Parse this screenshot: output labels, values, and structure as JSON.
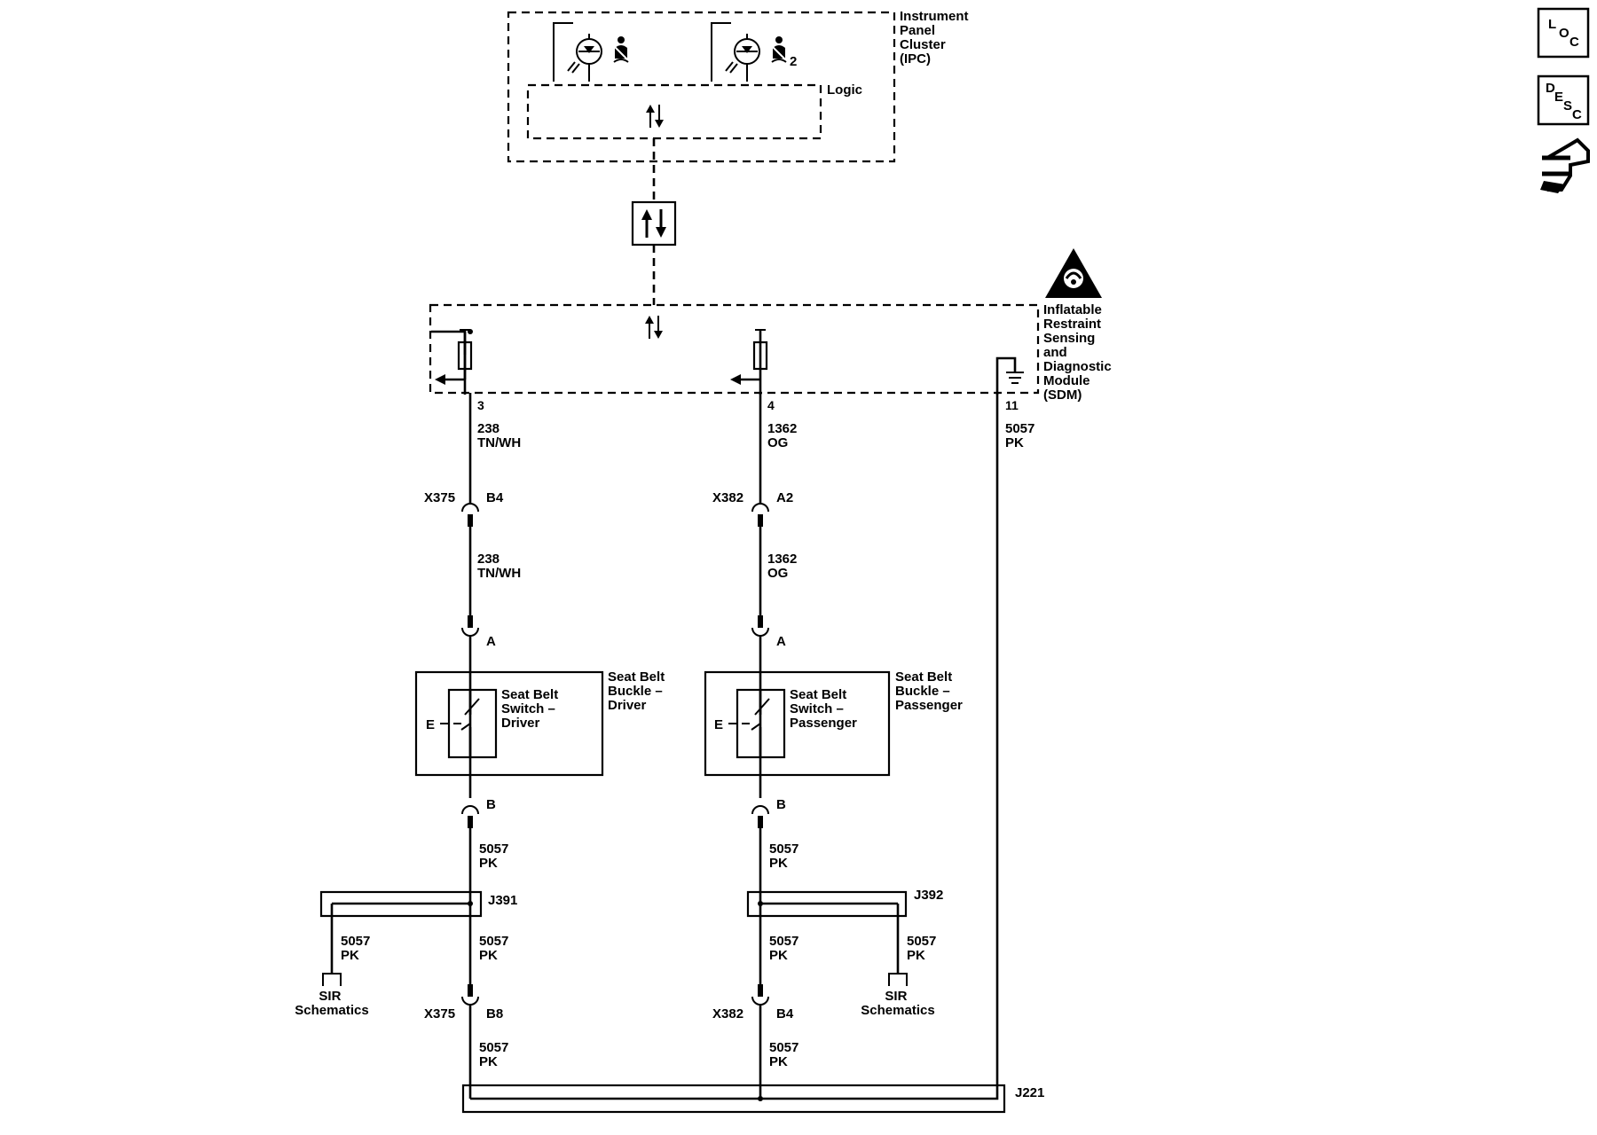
{
  "modules": {
    "ipc": {
      "lines": [
        "Instrument",
        "Panel",
        "Cluster",
        "(IPC)"
      ],
      "logic_label": "Logic",
      "indicator2_suffix": "2"
    },
    "sdm": {
      "lines": [
        "Inflatable",
        "Restraint",
        "Sensing",
        "and",
        "Diagnostic",
        "Module",
        "(SDM)"
      ]
    }
  },
  "circuits": {
    "driver": {
      "sdm_pin": "3",
      "wire_top": {
        "circuit": "238",
        "color": "TN/WH"
      },
      "conn_upper": {
        "name": "X375",
        "pin": "B4"
      },
      "wire_mid": {
        "circuit": "238",
        "color": "TN/WH"
      },
      "buckle_pin_a": "A",
      "switch_label": [
        "Seat Belt",
        "Switch –",
        "Driver"
      ],
      "buckle_label": [
        "Seat Belt",
        "Buckle –",
        "Driver"
      ],
      "buckle_pin_b": "B",
      "wire_low": {
        "circuit": "5057",
        "color": "PK"
      },
      "splice": "J391",
      "wire_after_splice": {
        "circuit": "5057",
        "color": "PK"
      },
      "branch_wire": {
        "circuit": "5057",
        "color": "PK"
      },
      "branch_ref": [
        "SIR",
        "Schematics"
      ],
      "conn_lower": {
        "name": "X375",
        "pin": "B8"
      },
      "wire_bottom": {
        "circuit": "5057",
        "color": "PK"
      }
    },
    "passenger": {
      "sdm_pin": "4",
      "wire_top": {
        "circuit": "1362",
        "color": "OG"
      },
      "conn_upper": {
        "name": "X382",
        "pin": "A2"
      },
      "wire_mid": {
        "circuit": "1362",
        "color": "OG"
      },
      "buckle_pin_a": "A",
      "switch_label": [
        "Seat Belt",
        "Switch –",
        "Passenger"
      ],
      "buckle_label": [
        "Seat Belt",
        "Buckle –",
        "Passenger"
      ],
      "buckle_pin_b": "B",
      "wire_low": {
        "circuit": "5057",
        "color": "PK"
      },
      "splice": "J392",
      "wire_after_splice": {
        "circuit": "5057",
        "color": "PK"
      },
      "branch_wire": {
        "circuit": "5057",
        "color": "PK"
      },
      "branch_ref": [
        "SIR",
        "Schematics"
      ],
      "conn_lower": {
        "name": "X382",
        "pin": "B4"
      },
      "wire_bottom": {
        "circuit": "5057",
        "color": "PK"
      }
    },
    "ground": {
      "sdm_pin": "11",
      "wire": {
        "circuit": "5057",
        "color": "PK"
      },
      "splice": "J221"
    }
  },
  "nav_icons": {
    "loc": [
      "L",
      "O",
      "C"
    ],
    "desc": [
      "D",
      "E",
      "S",
      "C"
    ],
    "component_icon": "connector-tool-icon"
  },
  "icons": {
    "serial_data": "serial-data-arrows-icon",
    "sdm_warning": "airbag-warning-triangle-icon",
    "seatbelt_indicator": "seatbelt-reminder-icon"
  }
}
